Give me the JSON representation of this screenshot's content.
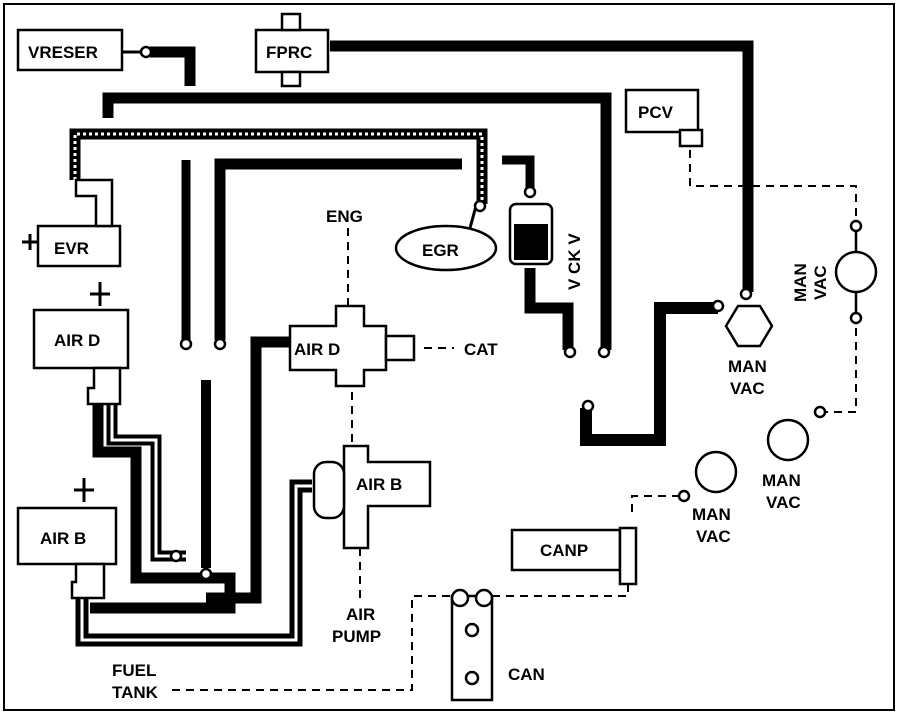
{
  "labels": {
    "vreser": "VRESER",
    "fprc": "FPRC",
    "pcv": "PCV",
    "evr": "EVR",
    "egr": "EGR",
    "vckv": "V CK V",
    "eng": "ENG",
    "air_d_left": "AIR D",
    "air_d_center": "AIR D",
    "cat": "CAT",
    "air_b_left": "AIR B",
    "air_b_center": "AIR B",
    "air_pump_line1": "AIR",
    "air_pump_line2": "PUMP",
    "canp": "CANP",
    "can": "CAN",
    "fuel_tank_line1": "FUEL",
    "fuel_tank_line2": "TANK",
    "man_vac_a_line1": "MAN",
    "man_vac_a_line2": "VAC",
    "man_vac_b_line1": "MAN",
    "man_vac_b_line2": "VAC",
    "man_vac_c_line1": "MAN",
    "man_vac_c_line2": "VAC",
    "man_vac_d_line1": "MAN",
    "man_vac_d_line2": "VAC"
  },
  "colors": {
    "line": "#000000",
    "background": "#ffffff"
  }
}
